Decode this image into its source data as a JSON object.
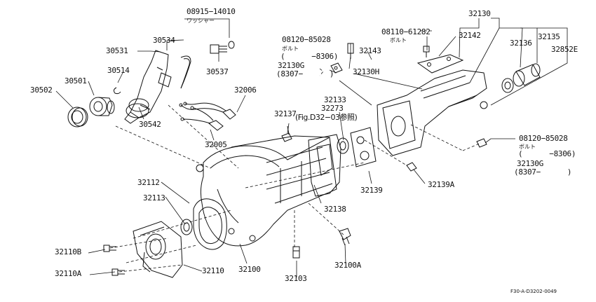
{
  "diagram_code": "F30-A-D3202-0049",
  "labels": {
    "p08915_14010": "08915−14010",
    "washer_jp": "ワッシャー",
    "p30534": "30534",
    "p30531": "30531",
    "p30537": "30537",
    "p30514": "30514",
    "p30501": "30501",
    "p30502": "30502",
    "p30542": "30542",
    "p32006": "32006",
    "p32005": "32005",
    "p08120_85028_a": "08120−85028",
    "bolt_jp_a": "ボルト",
    "range_a": "(      −8306)",
    "p32130g_a": "32130G",
    "range_b_a": "(8307−      )",
    "p32143": "32143",
    "p32130h": "32130H",
    "p08110_61282": "08110−61282",
    "bolt_jp_b": "ボルト",
    "p32142": "32142",
    "p32130": "32130",
    "p32136": "32136",
    "p32135": "32135",
    "p32852e": "32852E",
    "p32133": "32133",
    "p32273": "32273",
    "fig_ref": "(Fig.D32−03参照)",
    "p32137": "32137",
    "p08120_85028_b": "08120−85028",
    "bolt_jp_c": "ボルト",
    "range_b": "(      −8306)",
    "p32130g_b": "32130G",
    "range_b_b": "(8307−      )",
    "p32139a": "32139A",
    "p32139": "32139",
    "p32138": "32138",
    "p32112": "32112",
    "p32113": "32113",
    "p32110b": "32110B",
    "p32110a": "32110A",
    "p32110": "32110",
    "p32100": "32100",
    "p32103": "32103",
    "p32100a": "32100A"
  }
}
